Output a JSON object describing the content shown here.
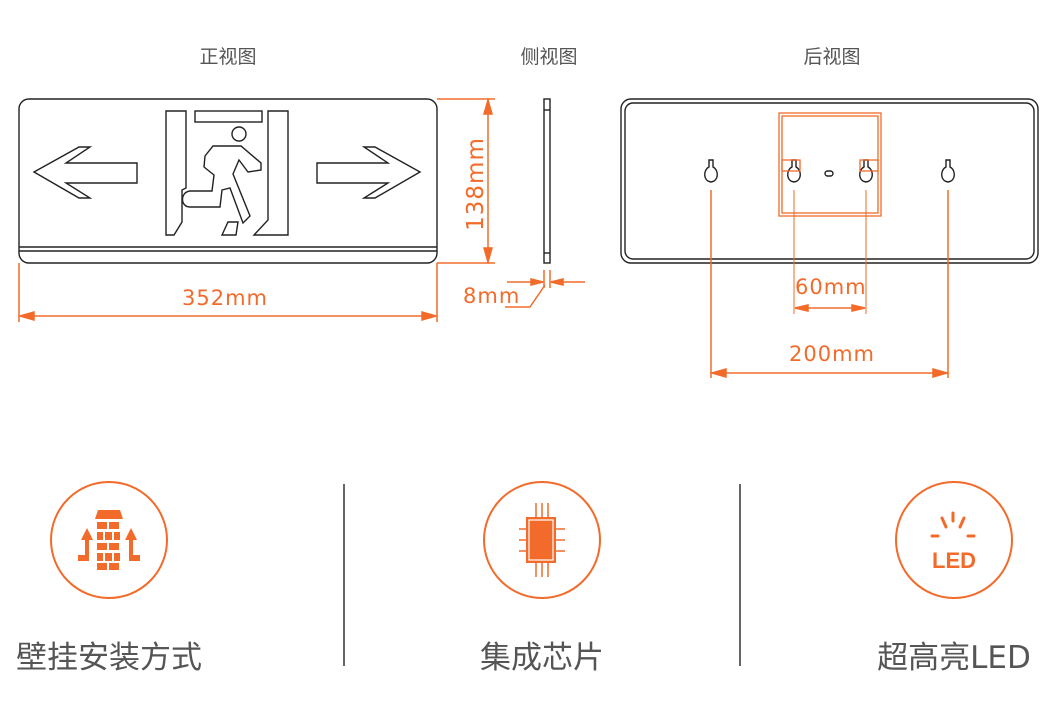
{
  "views": {
    "front_title": "正视图",
    "side_title": "侧视图",
    "back_title": "后视图"
  },
  "dimensions": {
    "width": "352mm",
    "height": "138mm",
    "depth": "8mm",
    "inner_hole_spacing": "60mm",
    "outer_hole_spacing": "200mm"
  },
  "features": [
    {
      "icon": "wall-mount-icon",
      "label": "壁挂安装方式"
    },
    {
      "icon": "chip-icon",
      "label": "集成芯片"
    },
    {
      "icon": "led-icon",
      "label": "超高亮LED",
      "icon_text": "LED"
    }
  ],
  "colors": {
    "accent": "#f26b2a",
    "line": "#222222",
    "text": "#555555"
  }
}
